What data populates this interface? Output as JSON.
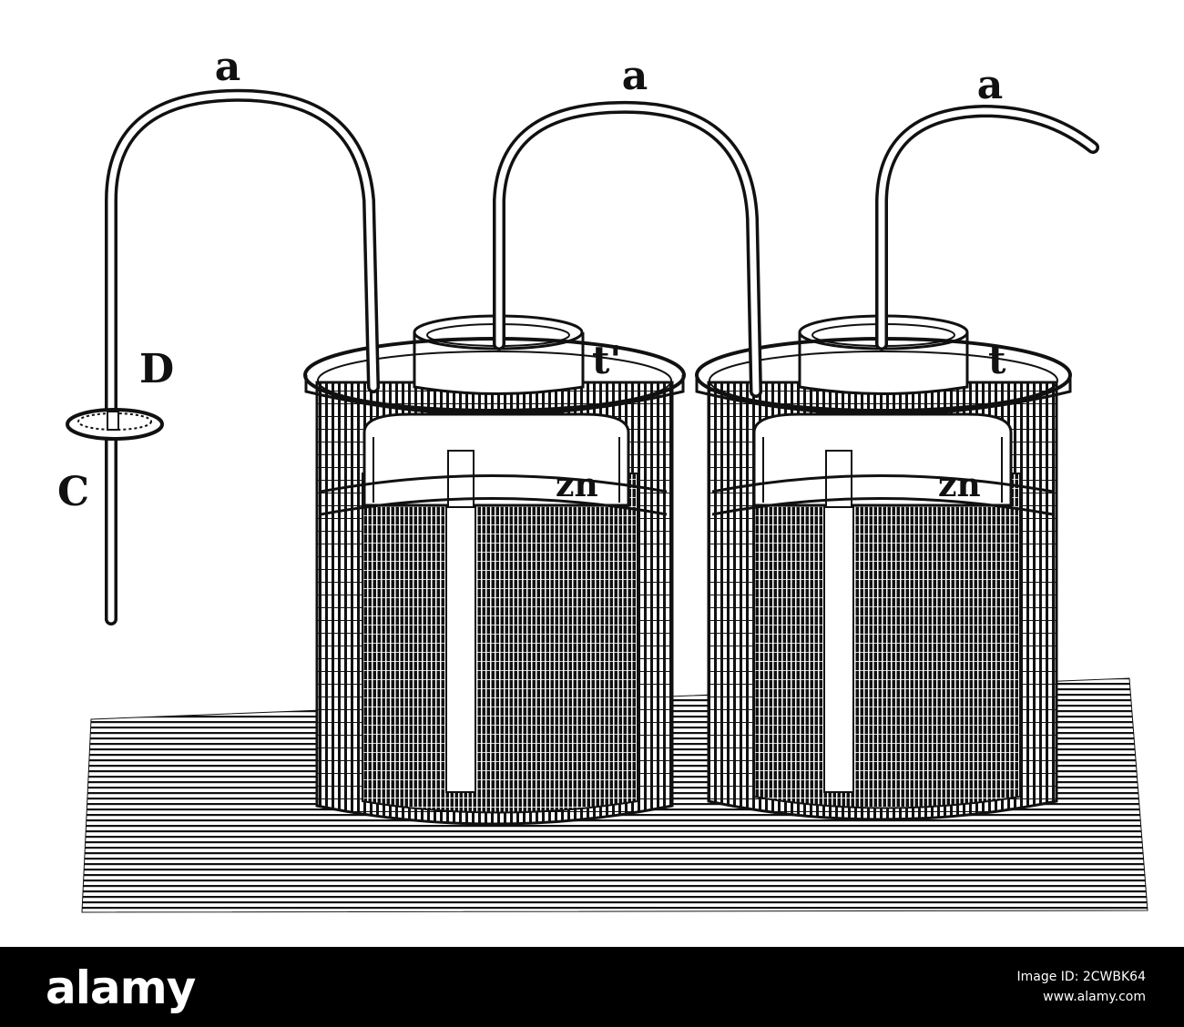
{
  "labels": {
    "tube_a_1": "a",
    "tube_a_2": "a",
    "tube_a_3": "a",
    "label_D": "D",
    "label_C": "C",
    "label_t_prime": "t'",
    "label_t": "t",
    "zn_left": "zn",
    "zn_right": "zn"
  },
  "footer": {
    "brand": "alamy",
    "image_id_line": "Image ID: 2CWBK64",
    "site": "www.alamy.com"
  },
  "colors": {
    "ink": "#111111",
    "paper": "#ffffff",
    "footer_bg": "#000000"
  }
}
